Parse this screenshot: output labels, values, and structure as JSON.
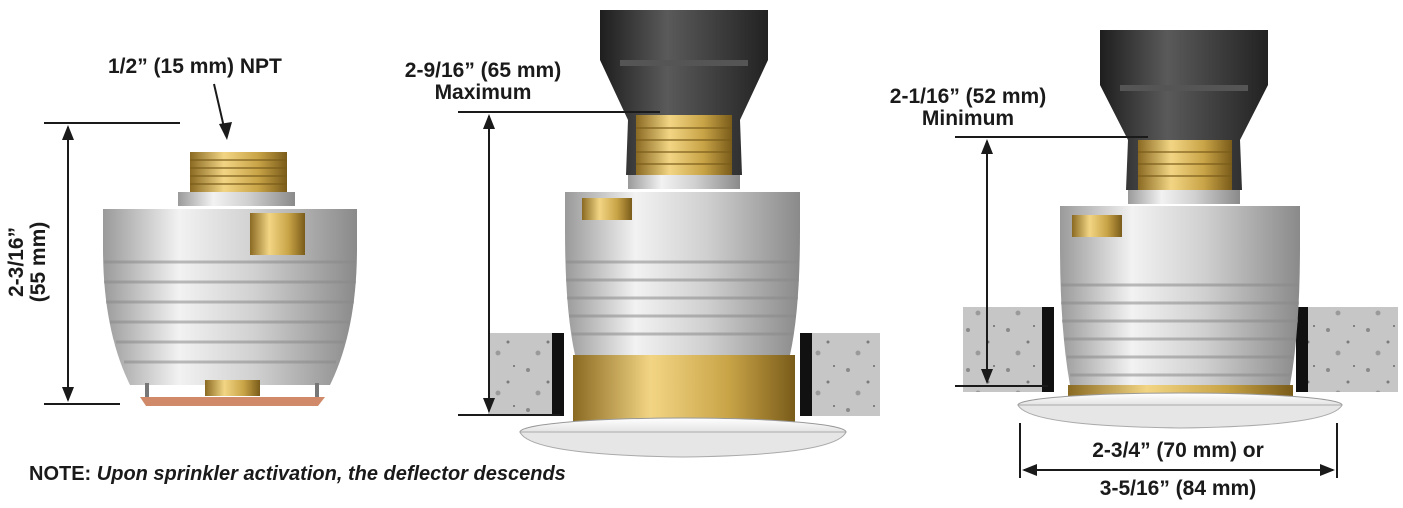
{
  "labels": {
    "thread": "1/2” (15 mm) NPT",
    "height_left_line1": "2-3/16”",
    "height_left_line2": "(55 mm)",
    "max_line1": "2-9/16” (65 mm)",
    "max_line2": "Maximum",
    "min_line1": "2-1/16” (52 mm)",
    "min_line2": "Minimum",
    "width_line1": "2-3/4” (70 mm) or",
    "width_line2": "3-5/16” (84 mm)"
  },
  "note": {
    "prefix": "NOTE:",
    "text": "Upon sprinkler activation, the deflector descends"
  },
  "colors": {
    "brass": "#c9a447",
    "silver": "#c8c8c8",
    "copper": "#d08a6a",
    "fitting": "#3a3a3a",
    "ceiling": "#bdbdbd",
    "dim_line": "#1a1a1a"
  }
}
